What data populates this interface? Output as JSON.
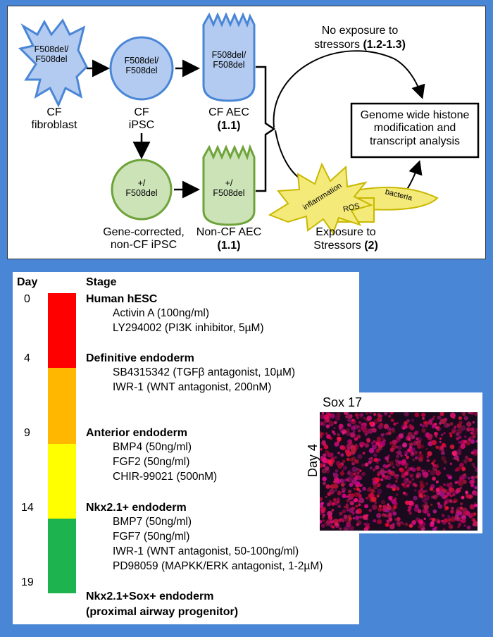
{
  "top": {
    "cf_cell_genotype": "F508del/\nF508del",
    "cf_fibroblast_label": "CF\nfibroblast",
    "ipsc_genotype": "F508del/\nF508del",
    "ipsc_label": "CF\niPSC",
    "cf_aec_genotype": "F508del/\nF508del",
    "cf_aec_label": "CF AEC",
    "cf_aec_ref": "(1.1)",
    "corrected_genotype": "+/\nF508del",
    "corrected_label": "Gene-corrected,\nnon-CF iPSC",
    "noncf_aec_genotype": "+/\nF508del",
    "noncf_aec_label": "Non-CF AEC",
    "noncf_aec_ref": "(1.1)",
    "no_exposure_text": "No exposure to",
    "no_exposure_text2": "stressors ",
    "no_exposure_ref": "(1.2-1.3)",
    "analysis_box": "Genome wide histone\nmodification and\ntranscript analysis",
    "stressor_inflammation": "inflammation",
    "stressor_ros": "ROS",
    "stressor_bacteria": "bacteria",
    "exposure_text": "Exposure to",
    "exposure_text2": "Stressors ",
    "exposure_ref": "(2)"
  },
  "protocol": {
    "day_header": "Day",
    "stage_header": "Stage",
    "days": [
      "0",
      "4",
      "9",
      "14",
      "19"
    ],
    "stages": [
      {
        "name": "Human hESC",
        "items": [
          "Activin A (100ng/ml)",
          "LY294002 (PI3K inhibitor, 5µM)"
        ]
      },
      {
        "name": "Definitive endoderm",
        "items": [
          "SB4315342 (TGFβ antagonist, 10µM)",
          "IWR-1 (WNT antagonist, 200nM)"
        ]
      },
      {
        "name": "Anterior endoderm",
        "items": [
          "BMP4 (50ng/ml)",
          "FGF2 (50ng/ml)",
          "CHIR-99021 (500nM)"
        ]
      },
      {
        "name": "Nkx2.1+ endoderm",
        "items": [
          "BMP7 (50ng/ml)",
          "FGF7 (50ng/ml)",
          "IWR-1 (WNT antagonist, 50-100ng/ml)",
          "PD98059 (MAPKK/ERK antagonist, 1-2µM)"
        ]
      },
      {
        "name": "Nkx2.1+Sox+ endoderm",
        "items": [
          "(proximal airway progenitor)"
        ]
      }
    ],
    "bar_colors": [
      "#ff0000",
      "#ffb700",
      "#ffff00",
      "#1db34f"
    ]
  },
  "image_panel": {
    "title": "Sox 17",
    "side_label": "Day 4"
  }
}
